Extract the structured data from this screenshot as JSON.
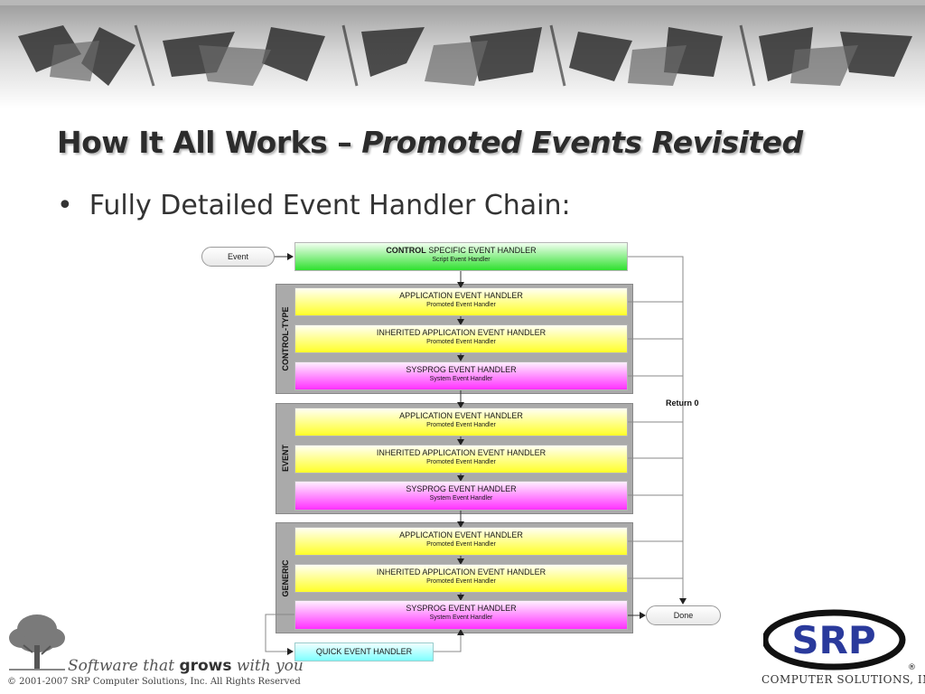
{
  "slide": {
    "title_plain": "How It All Works – ",
    "title_italic": "Promoted Events Revisited",
    "bullet": "Fully Detailed Event Handler Chain:"
  },
  "diagram": {
    "start_label": "Event",
    "control_box": {
      "main_bold": "CONTROL",
      "main_rest": " SPECIFIC EVENT HANDLER",
      "sub": "Script Event Handler"
    },
    "groups": [
      {
        "label": "CONTROL-TYPE",
        "boxes": [
          {
            "main": "APPLICATION EVENT HANDLER",
            "sub": "Promoted Event Handler"
          },
          {
            "main": "INHERITED APPLICATION EVENT HANDLER",
            "sub": "Promoted Event Handler"
          },
          {
            "main": "SYSPROG EVENT HANDLER",
            "sub": "System Event Handler"
          }
        ]
      },
      {
        "label": "EVENT",
        "boxes": [
          {
            "main": "APPLICATION EVENT HANDLER",
            "sub": "Promoted Event Handler"
          },
          {
            "main": "INHERITED APPLICATION EVENT HANDLER",
            "sub": "Promoted Event Handler"
          },
          {
            "main": "SYSPROG EVENT HANDLER",
            "sub": "System Event Handler"
          }
        ]
      },
      {
        "label": "GENERIC",
        "boxes": [
          {
            "main": "APPLICATION EVENT HANDLER",
            "sub": "Promoted Event Handler"
          },
          {
            "main": "INHERITED APPLICATION EVENT HANDLER",
            "sub": "Promoted Event Handler"
          },
          {
            "main": "SYSPROG EVENT HANDLER",
            "sub": "System Event Handler"
          }
        ]
      }
    ],
    "quick_handler": "QUICK EVENT HANDLER",
    "return_label": "Return 0",
    "end_label": "Done"
  },
  "footer": {
    "tagline_pre": "Software that ",
    "tagline_bold": "grows",
    "tagline_post": " with you",
    "copyright": "© 2001-2007 SRP Computer Solutions, Inc.  All Rights Reserved",
    "logo_text": "SRP",
    "logo_registered": "®",
    "company": "COMPUTER SOLUTIONS, INC."
  },
  "colors": {
    "green": "#2fe02f",
    "yellow": "#ffff28",
    "magenta": "#ff30ff",
    "cyan": "#7fffff",
    "logo_blue": "#2a3a9c"
  }
}
